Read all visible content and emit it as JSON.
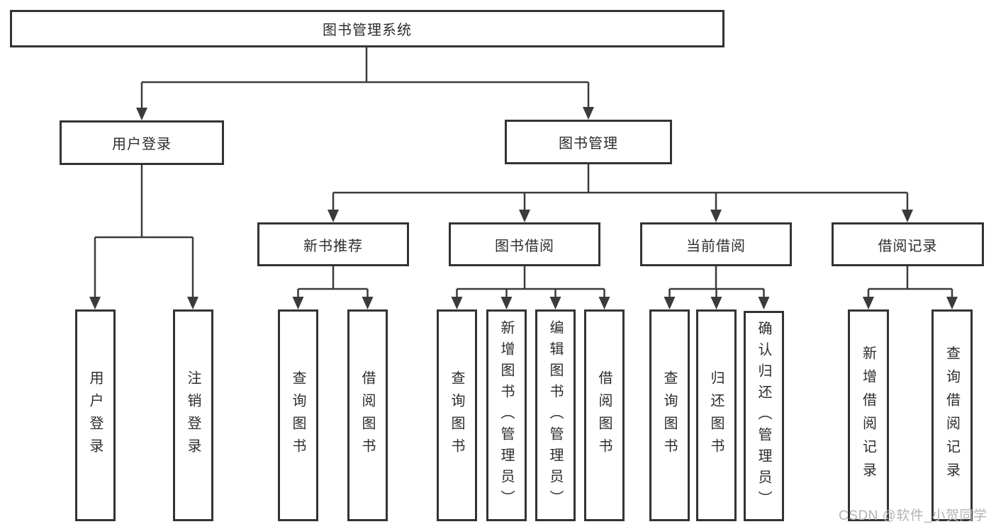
{
  "colors": {
    "background": "#ffffff",
    "line": "#3b3b3b",
    "box_border": "#333333",
    "text": "#2d2d2d",
    "watermark": "#b3b3b3"
  },
  "watermark": {
    "text": "CSDN @软件_小贺同学"
  },
  "tree": {
    "label": "图书管理系统",
    "children": [
      {
        "label": "用户登录",
        "children": [
          {
            "label": "用户登录"
          },
          {
            "label": "注销登录"
          }
        ]
      },
      {
        "label": "图书管理",
        "children": [
          {
            "label": "新书推荐",
            "children": [
              {
                "label": "查询图书"
              },
              {
                "label": "借阅图书"
              }
            ]
          },
          {
            "label": "图书借阅",
            "children": [
              {
                "label": "查询图书"
              },
              {
                "label": "新增图书（管理员）"
              },
              {
                "label": "编辑图书（管理员）"
              },
              {
                "label": "借阅图书"
              }
            ]
          },
          {
            "label": "当前借阅",
            "children": [
              {
                "label": "查询图书"
              },
              {
                "label": "归还图书"
              },
              {
                "label": "确认归还（管理员）"
              }
            ]
          },
          {
            "label": "借阅记录",
            "children": [
              {
                "label": "新增借阅记录"
              },
              {
                "label": "查询借阅记录"
              }
            ]
          }
        ]
      }
    ]
  }
}
